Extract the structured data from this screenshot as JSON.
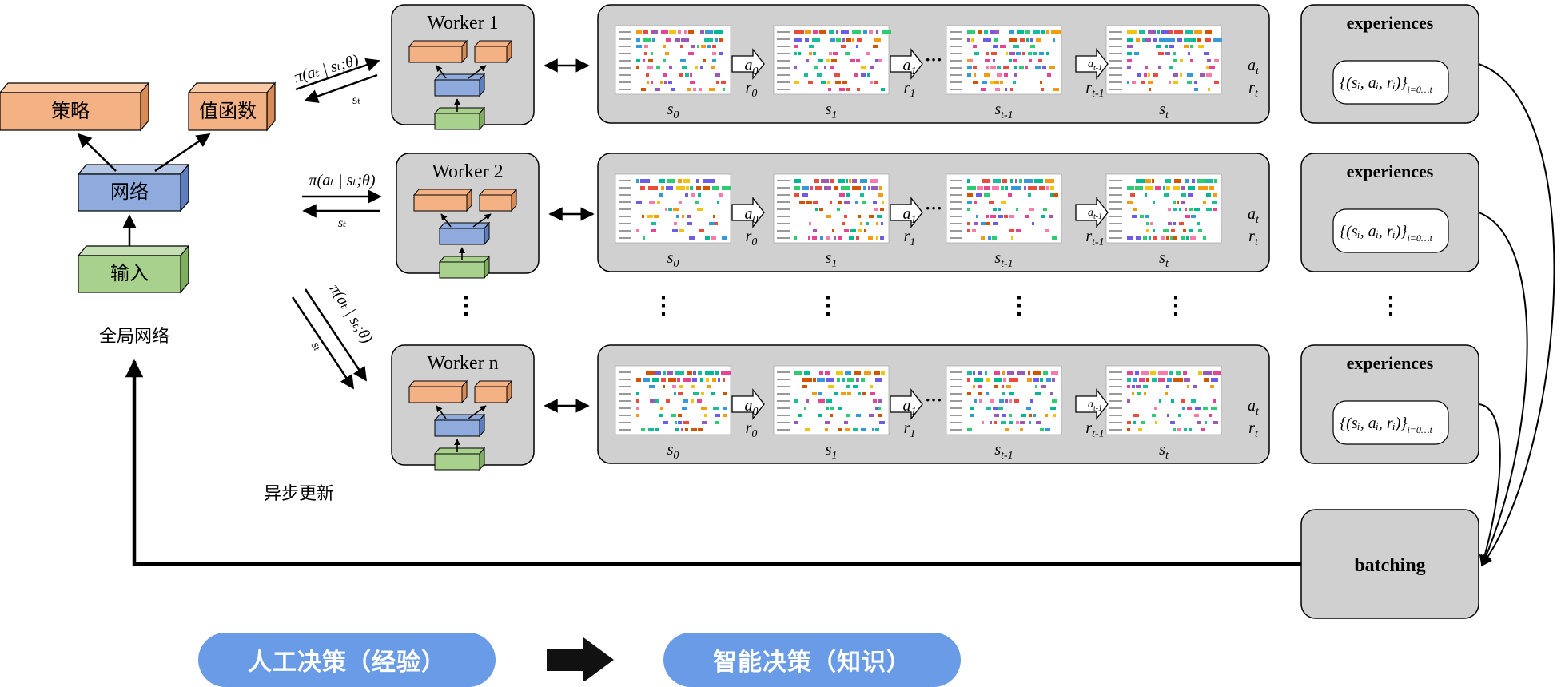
{
  "global_network": {
    "policy_label": "策略",
    "value_label": "值函数",
    "network_label": "网络",
    "input_label": "输入",
    "caption": "全局网络"
  },
  "async_update_label": "异步更新",
  "workers": [
    {
      "title": "Worker 1",
      "send_label": "π(aₜ | sₜ;θ)",
      "return_label": "sₜ"
    },
    {
      "title": "Worker 2",
      "send_label": "π(aₜ | sₜ;θ)",
      "return_label": "sₜ"
    },
    {
      "title": "Worker n",
      "send_label": "π(aₜ | sₜ;θ)",
      "return_label": "sₜ"
    }
  ],
  "trajectory": {
    "state_labels": [
      "s0",
      "s1",
      "st-1",
      "st"
    ],
    "action_labels": [
      "a0",
      "a1",
      "at-1",
      "at"
    ],
    "reward_labels": [
      "r0",
      "r1",
      "rt-1",
      "rt"
    ],
    "ellipsis": "···"
  },
  "experiences": {
    "title": "experiences",
    "formula": "{(sᵢ, aᵢ, rᵢ)}",
    "formula_subscript": "i=0…t"
  },
  "batching_label": "batching",
  "vertical_ellipsis": "⋮",
  "bottom": {
    "left_pill": "人工决策（经验）",
    "right_pill": "智能决策（知识）"
  },
  "colors": {
    "panel_fill": "#d0d0d0",
    "policy_fill": "#f4b183",
    "network_fill": "#8faadc",
    "input_fill": "#a9d18e",
    "pill_fill": "#6a9be6"
  }
}
